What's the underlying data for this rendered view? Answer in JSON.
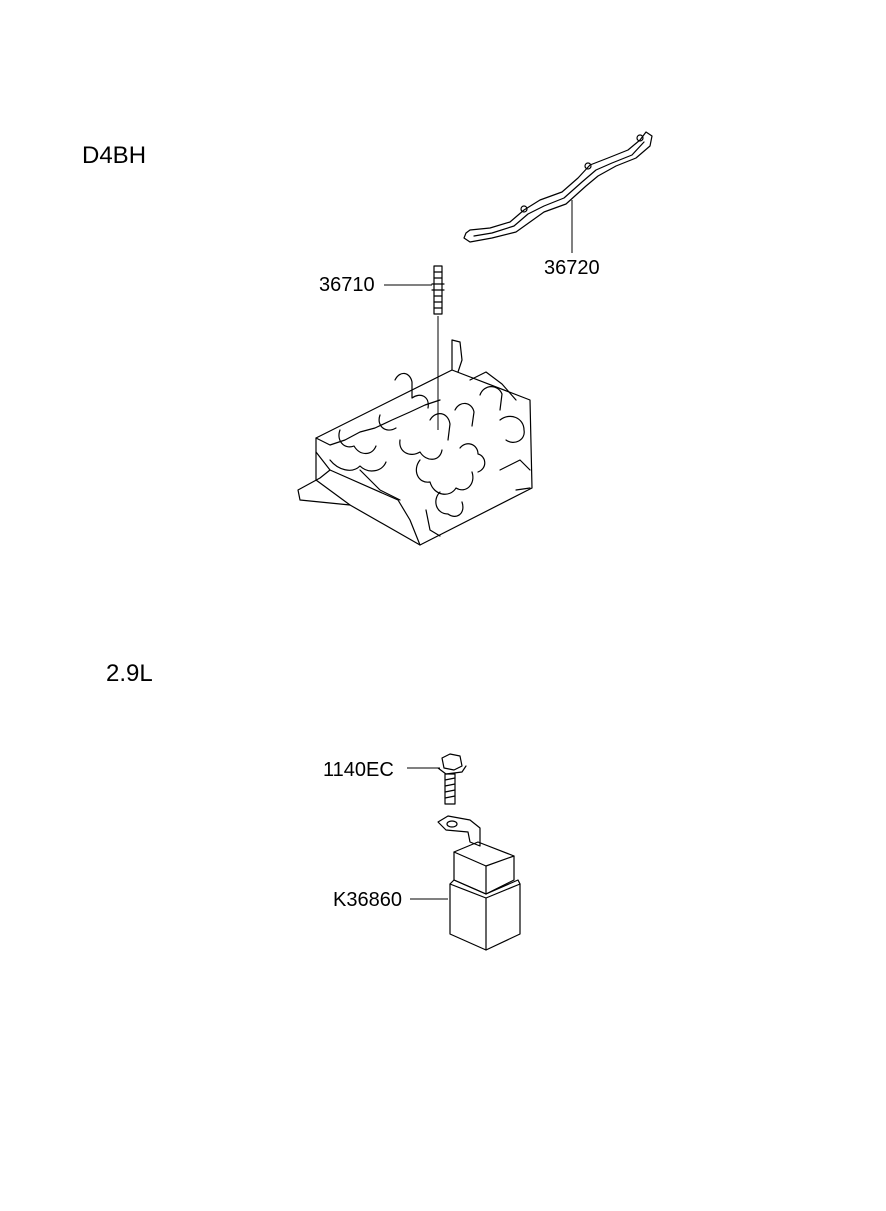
{
  "sections": [
    {
      "label": "D4BH"
    },
    {
      "label": "2.9L"
    }
  ],
  "parts": {
    "p36710": "36710",
    "p36720": "36720",
    "p1140ec": "1140EC",
    "pk36860": "K36860"
  }
}
